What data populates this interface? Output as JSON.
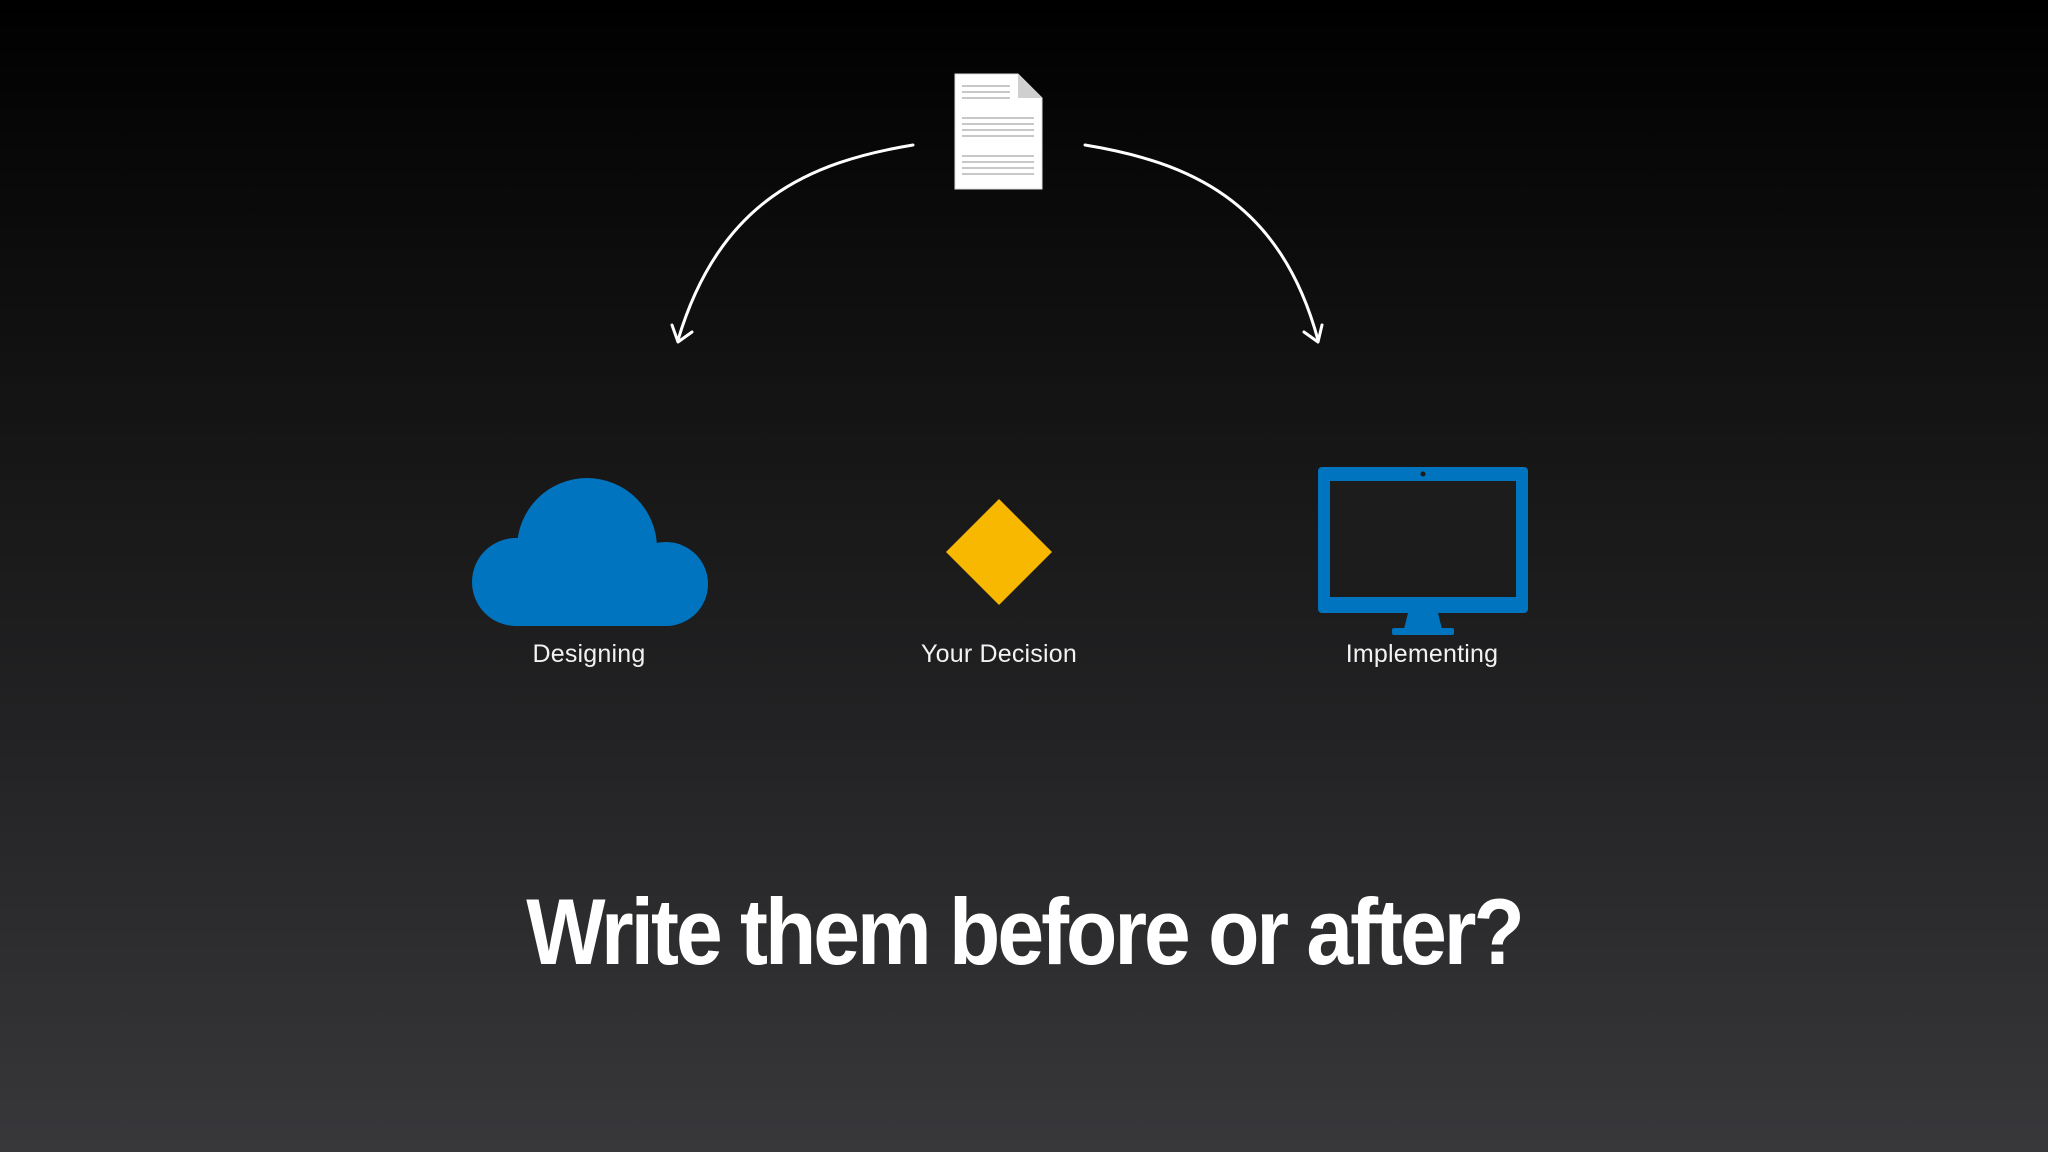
{
  "slide": {
    "title": "Write them before or after?"
  },
  "diagram": {
    "source_icon": "document-icon",
    "nodes": [
      {
        "id": "designing",
        "label": "Designing",
        "icon": "cloud-icon",
        "color": "#0074bf"
      },
      {
        "id": "decision",
        "label": "Your Decision",
        "icon": "diamond-icon",
        "color": "#f8b800"
      },
      {
        "id": "implementing",
        "label": "Implementing",
        "icon": "monitor-icon",
        "color": "#0074bf"
      }
    ],
    "arrows": [
      {
        "from": "document",
        "to": "designing"
      },
      {
        "from": "document",
        "to": "implementing"
      }
    ]
  },
  "colors": {
    "accent_blue": "#0074bf",
    "accent_yellow": "#f8b800",
    "text": "#ffffff"
  }
}
